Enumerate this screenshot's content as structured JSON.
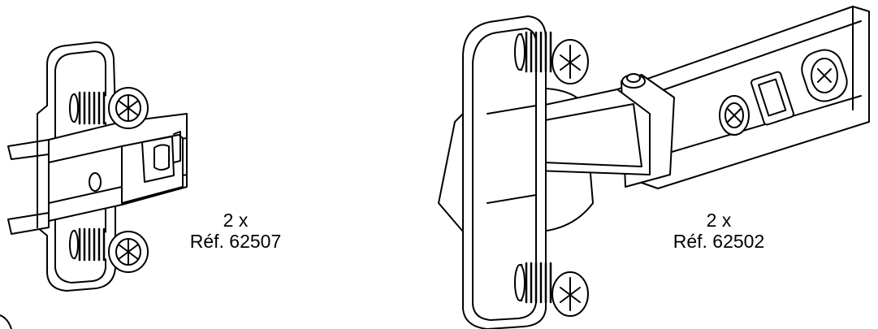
{
  "parts": [
    {
      "quantity": "2 x",
      "reference": "Réf. 62507",
      "depicts": "mounting-plate"
    },
    {
      "quantity": "2 x",
      "reference": "Réf. 62502",
      "depicts": "cup-hinge"
    }
  ],
  "colors": {
    "line": "#000000",
    "background": "#ffffff"
  }
}
